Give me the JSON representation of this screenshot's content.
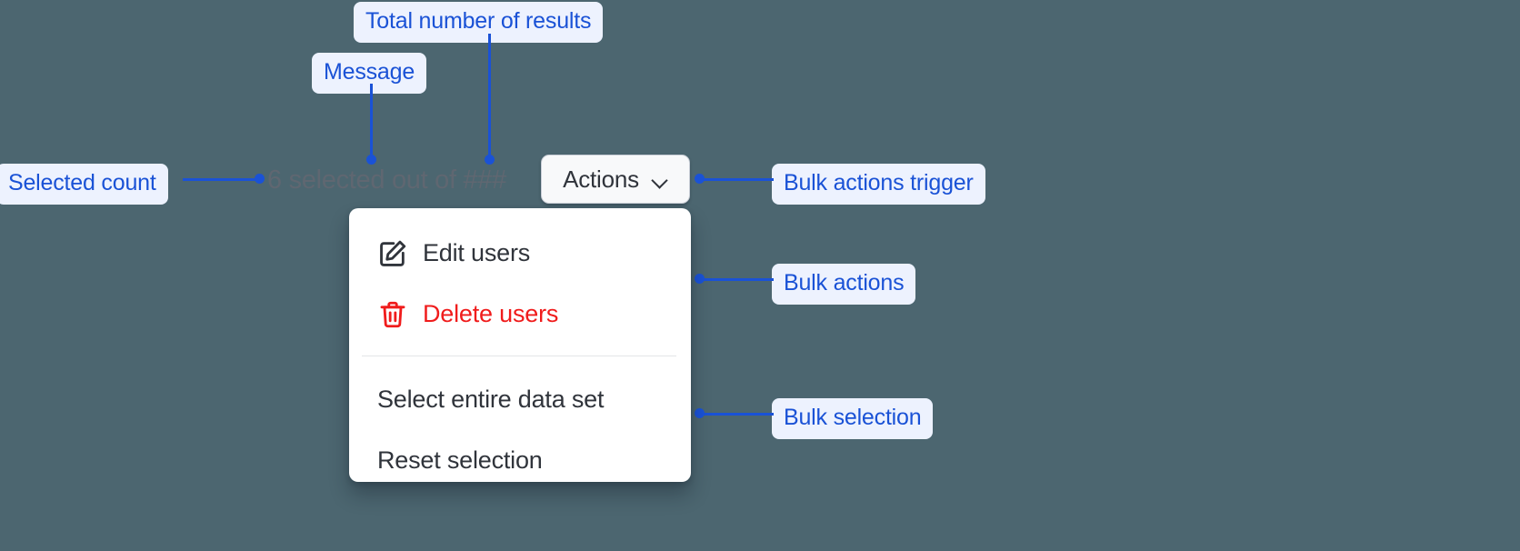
{
  "canvas": {
    "background_color": "#4c6670",
    "annotation_color": "#1a52d6",
    "annotation_bg_color": "#edf2fe"
  },
  "annotations": [
    {
      "id": "total-results",
      "label": "Total number of results"
    },
    {
      "id": "message",
      "label": "Message"
    },
    {
      "id": "selected-count",
      "label": "Selected count"
    },
    {
      "id": "bulk-trigger",
      "label": "Bulk actions trigger"
    },
    {
      "id": "bulk-actions",
      "label": "Bulk actions"
    },
    {
      "id": "bulk-selection",
      "label": "Bulk selection"
    }
  ],
  "component": {
    "message": {
      "full_text": "6 selected out of ###",
      "selected_count": "6",
      "middle_text": " selected out of ",
      "total_results": "###",
      "text_color": "#5f6771"
    },
    "trigger": {
      "label": "Actions",
      "icon": "chevron-down-icon",
      "background_color": "#f8f9fa",
      "text_color": "#30343b"
    },
    "menu": {
      "actions": [
        {
          "label": "Edit users",
          "icon": "pencil-square-icon",
          "color": "#30343b"
        },
        {
          "label": "Delete users",
          "icon": "trash-icon",
          "color": "#f01c1c"
        }
      ],
      "selection": [
        {
          "label": "Select entire data set",
          "icon": null,
          "color": "#30343b"
        },
        {
          "label": "Reset selection",
          "icon": null,
          "color": "#30343b"
        }
      ]
    }
  }
}
